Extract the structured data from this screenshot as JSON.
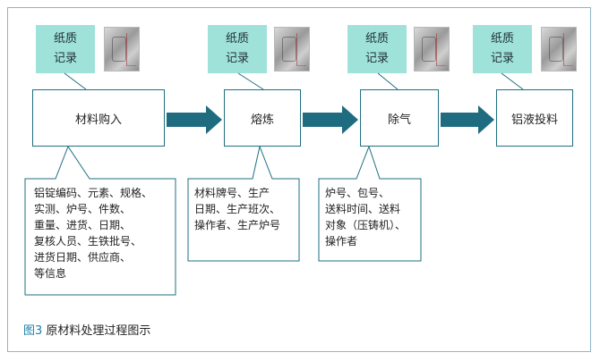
{
  "figure": {
    "label": "图3",
    "title": "原材料处理过程图示"
  },
  "paper_record_label": [
    "纸质",
    "记录"
  ],
  "steps": [
    {
      "name": "材料购入"
    },
    {
      "name": "熔炼"
    },
    {
      "name": "除气"
    },
    {
      "name": "铝液投料"
    }
  ],
  "notes": [
    {
      "lines": [
        "铝锭编码、元素、规格、",
        "实测、炉号、件数、",
        "重量、进货、日期、",
        "复核人员、生铁批号、",
        "进货日期、供应商、",
        "等信息"
      ]
    },
    {
      "lines": [
        "材料牌号、生产",
        "日期、生产班次、",
        "操作者、生产炉号"
      ]
    },
    {
      "lines": [
        "炉号、包号、",
        "送料时间、送料",
        "对象（压铸机）、",
        "操作者"
      ]
    }
  ],
  "colors": {
    "tag_fill": "#9fe2da",
    "box_border": "#1e6f80",
    "arrow_fill": "#1f6b80",
    "frame_border": "#8fb7c4",
    "caption_accent": "#1e7fa3"
  }
}
